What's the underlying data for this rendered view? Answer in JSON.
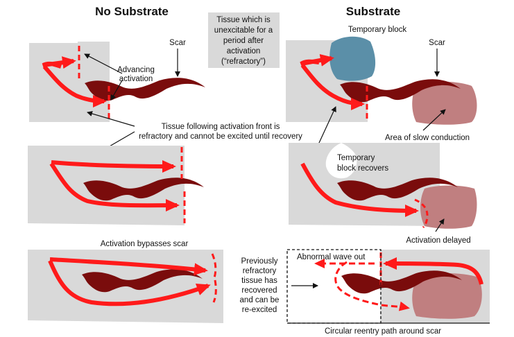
{
  "headings": {
    "no_substrate": "No Substrate",
    "substrate": "Substrate"
  },
  "legend_box": {
    "lines": [
      "Tissue which is",
      "unexcitable for a",
      "period after",
      "activation",
      "(“refractory”)"
    ]
  },
  "labels": {
    "scar_left": "Scar",
    "scar_right": "Scar",
    "advancing_activation": [
      "Advancing",
      "activation"
    ],
    "tissue_following": [
      "Tissue following activation front is",
      "refractory and cannot be excited until recovery"
    ],
    "temporary_block": "Temporary block",
    "area_slow_conduction": "Area of slow conduction",
    "temporary_block_recovers": [
      "Temporary",
      "block recovers"
    ],
    "activation_delayed": "Activation delayed",
    "activation_bypasses_scar": "Activation bypasses scar",
    "previously_refractory": [
      "Previously",
      "refractory",
      "tissue has",
      "recovered",
      "and can be",
      "re-excited"
    ],
    "abnormal_wave_out": "Abnormal wave out",
    "circular_reentry": "Circular reentry path around scar"
  },
  "colors": {
    "tissue": "#d9d9d9",
    "scar": "#7a0c0c",
    "activation": "#ff1a1a",
    "temporary_block": "#5b8fa8",
    "slow_conduction": "#c07f80",
    "legend_box": "#d9d9d9"
  }
}
